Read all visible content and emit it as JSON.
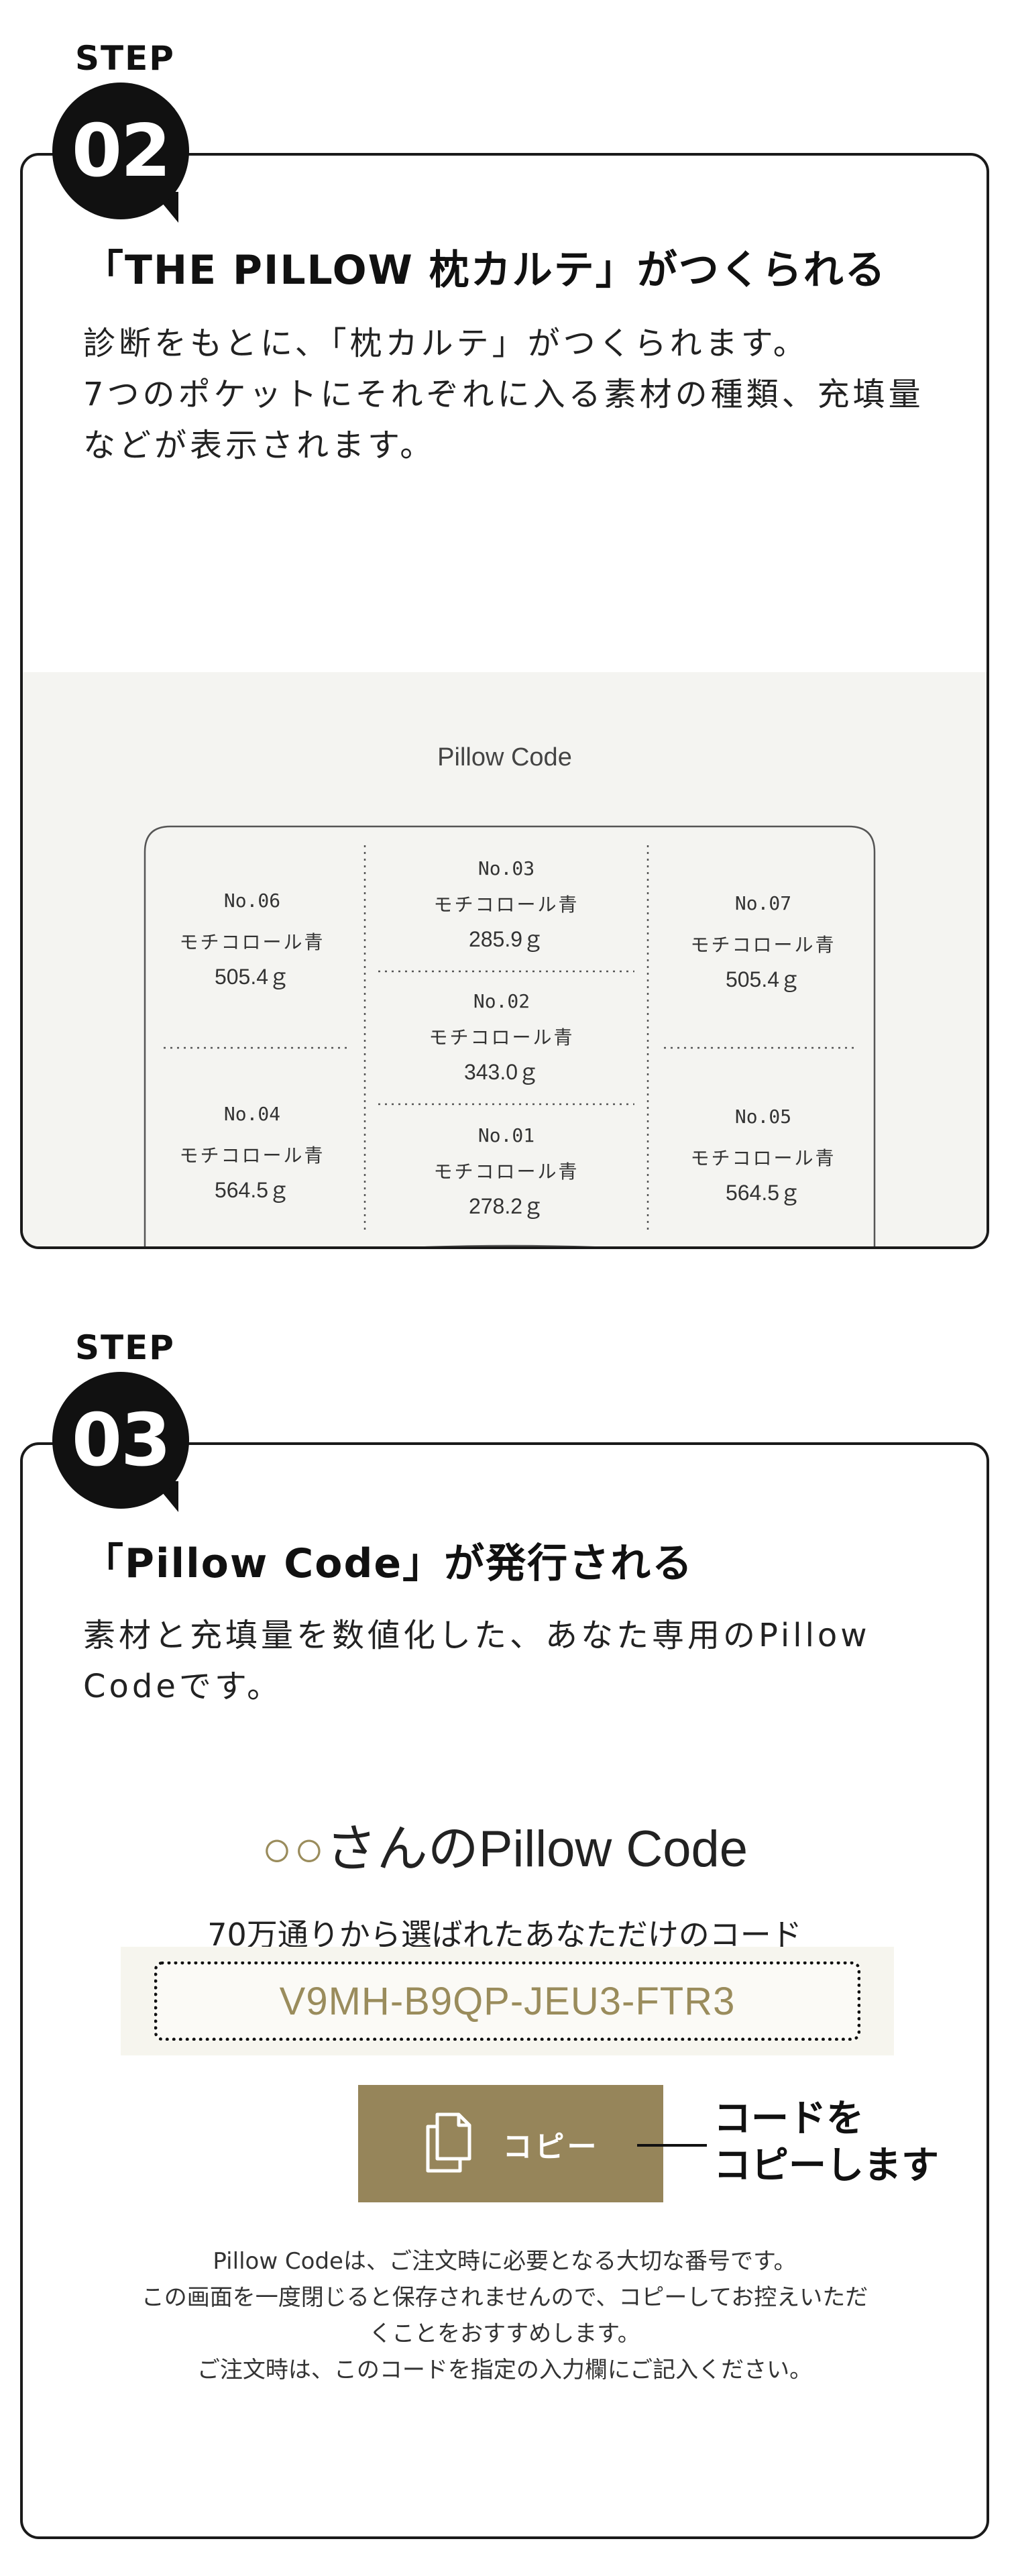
{
  "step2": {
    "step_word": "STEP",
    "number": "02",
    "title": "「THE PILLOW 枕カルテ」がつくられる",
    "desc_lines": [
      "診断をもとに、「枕カルテ」がつくられます。",
      "7つのポケットにそれぞれに入る素材の種類、充填量",
      "などが表示されます。"
    ],
    "diagram": {
      "title": "Pillow Code",
      "cells": [
        {
          "no": "No.06",
          "material": "モチコロール青",
          "weight": "505.4ｇ"
        },
        {
          "no": "No.03",
          "material": "モチコロール青",
          "weight": "285.9ｇ"
        },
        {
          "no": "No.07",
          "material": "モチコロール青",
          "weight": "505.4ｇ"
        },
        {
          "no": "No.02",
          "material": "モチコロール青",
          "weight": "343.0ｇ"
        },
        {
          "no": "No.04",
          "material": "モチコロール青",
          "weight": "564.5ｇ"
        },
        {
          "no": "No.01",
          "material": "モチコロール青",
          "weight": "278.2ｇ"
        },
        {
          "no": "No.05",
          "material": "モチコロール青",
          "weight": "564.5ｇ"
        }
      ]
    }
  },
  "step3": {
    "step_word": "STEP",
    "number": "03",
    "title": "「Pillow Code」が発行される",
    "desc_lines": [
      "素材と充填量を数値化した、あなた専用のPillow",
      "Codeです。"
    ],
    "heading_prefix": "○○",
    "heading_rest": "さんのPillow Code",
    "subheading": "70万通りから選ばれたあなただけのコード",
    "code": "V9MH-B9QP-JEU3-FTR3",
    "copy_button": {
      "label": "コピー",
      "icon": "copy-icon"
    },
    "copy_note_lines": [
      "コードを",
      "コピーします"
    ],
    "notes": [
      "Pillow Codeは、ご注文時に必要となる大切な番号です。",
      "この画面を一度閉じると保存されませんので、コピーしてお控えいただ",
      "くことをおすすめします。",
      "ご注文時は、このコードを指定の入力欄にご記入ください。"
    ]
  },
  "colors": {
    "accent_gold": "#96855a",
    "code_text": "#9a8c5c",
    "border": "#1a1a1a",
    "diagram_bg": "#f4f4f1"
  }
}
